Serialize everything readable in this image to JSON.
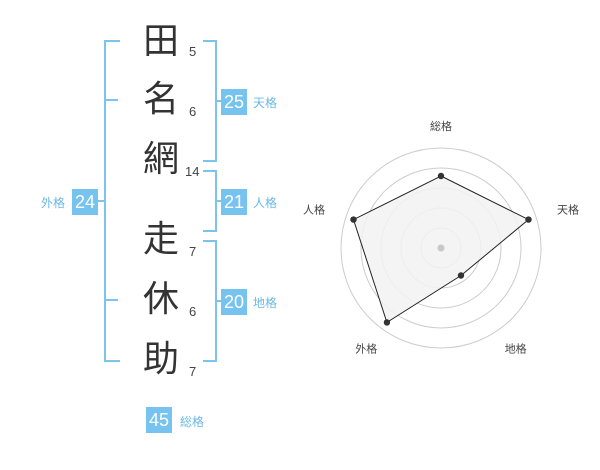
{
  "name": {
    "family": [
      {
        "char": "田",
        "strokes": "5"
      },
      {
        "char": "名",
        "strokes": "6"
      },
      {
        "char": "網",
        "strokes": "14"
      }
    ],
    "given": [
      {
        "char": "走",
        "strokes": "7"
      },
      {
        "char": "休",
        "strokes": "6"
      },
      {
        "char": "助",
        "strokes": "7"
      }
    ]
  },
  "kakusu": {
    "tenkaku": {
      "value": "25",
      "label": "天格"
    },
    "jinkaku": {
      "value": "21",
      "label": "人格"
    },
    "chikaku": {
      "value": "20",
      "label": "地格"
    },
    "gaikaku": {
      "value": "24",
      "label": "外格"
    },
    "soukaku": {
      "value": "45",
      "label": "総格"
    }
  },
  "radar": {
    "axes": [
      "総格",
      "天格",
      "地格",
      "外格",
      "人格"
    ],
    "values": [
      3.6,
      4.6,
      1.7,
      4.6,
      4.6
    ],
    "max": 5,
    "rings": 5,
    "colors": {
      "ring": "#cccccc",
      "fill": "#f2f2f2",
      "line": "#222222",
      "point": "#333333",
      "center": "#c8c8c8"
    }
  },
  "colors": {
    "accent": "#77c3f0",
    "bracket": "#7cc4ee"
  }
}
